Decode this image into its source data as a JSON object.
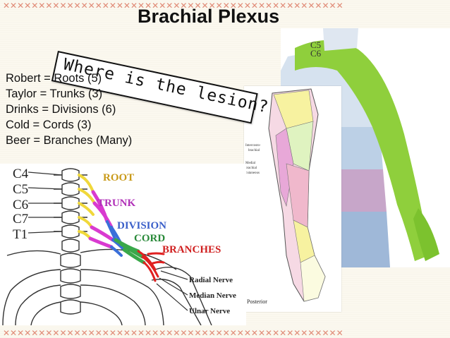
{
  "title": "Brachial Plexus",
  "callout": "Where is the lesion?",
  "mnemonic": [
    "Robert = Roots (5)",
    "Taylor = Trunks (3)",
    "Drinks = Divisions (6)",
    "Cold = Cords (3)",
    "Beer = Branches (Many)"
  ],
  "back_figure": {
    "labels": [
      "C5",
      "C6"
    ]
  },
  "arm_figure": {
    "caption": "Posterior"
  },
  "spine_figure": {
    "vertebra_labels": [
      "C4",
      "C5",
      "C6",
      "C7",
      "T1"
    ],
    "plexus_labels": {
      "root": "ROOT",
      "trunk": "TRUNK",
      "division": "DIVISION",
      "cord": "CORD",
      "branches": "BRANCHES"
    },
    "nerve_labels": [
      "Radial Nerve",
      "Median Nerve",
      "Ulnar Nerve"
    ]
  },
  "colors": {
    "root": "#f0d83a",
    "trunk": "#d93ad0",
    "division": "#3a6fd9",
    "cord": "#3aa84a",
    "branches": "#e02020",
    "root_label": "#c99a1a",
    "trunk_label": "#b030b8",
    "division_label": "#3a5fc9",
    "cord_label": "#2a8a3a",
    "branches_label": "#d02020"
  }
}
